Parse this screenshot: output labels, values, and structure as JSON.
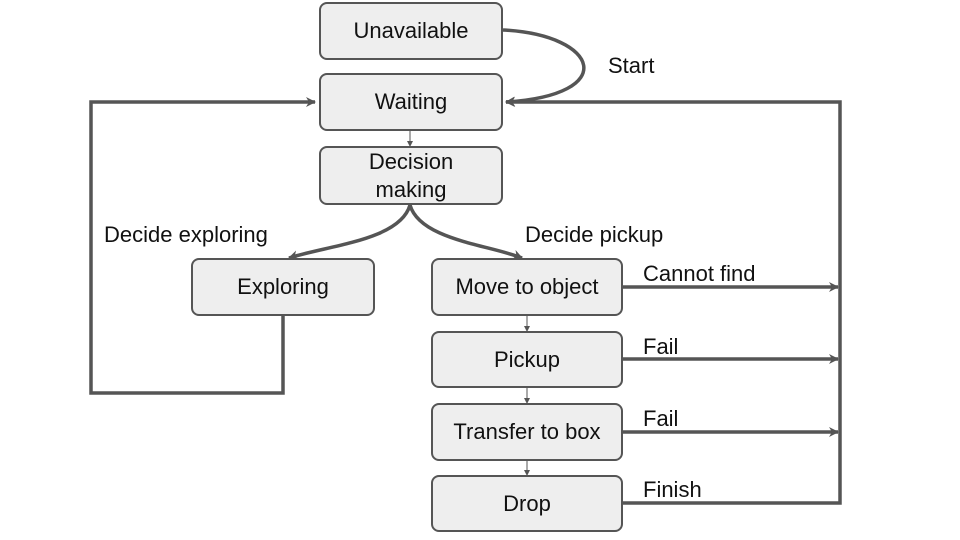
{
  "nodes": {
    "unavailable": "Unavailable",
    "waiting": "Waiting",
    "decision_line1": "Decision",
    "decision_line2": "making",
    "exploring": "Exploring",
    "move_to_object": "Move to object",
    "pickup": "Pickup",
    "transfer_to_box": "Transfer to box",
    "drop": "Drop"
  },
  "edge_labels": {
    "start": "Start",
    "decide_exploring": "Decide exploring",
    "decide_pickup": "Decide pickup",
    "cannot_find": "Cannot find",
    "fail_pickup": "Fail",
    "fail_transfer": "Fail",
    "finish": "Finish"
  },
  "colors": {
    "stroke": "#555555",
    "node_fill": "#eeeeee"
  }
}
